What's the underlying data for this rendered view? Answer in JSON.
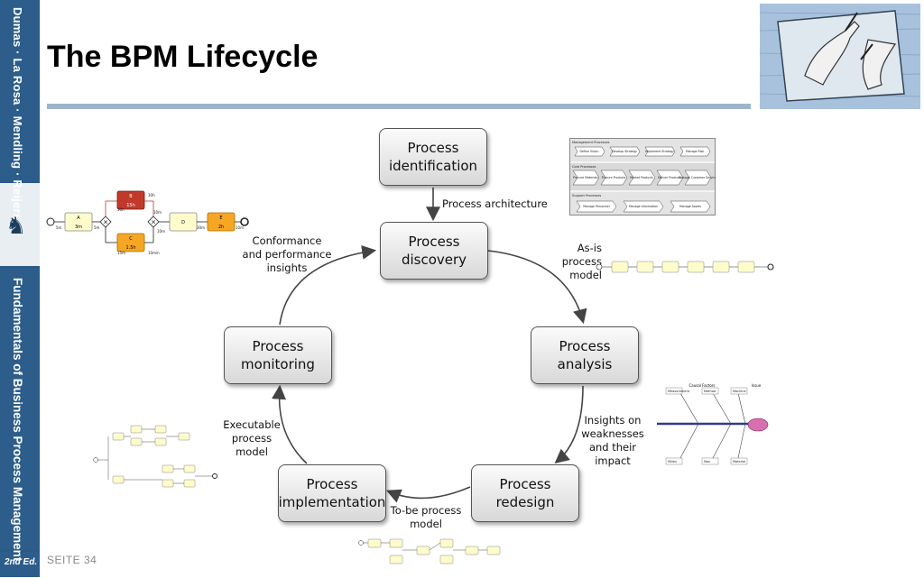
{
  "slide": {
    "title": "The BPM Lifecycle",
    "footer": "SEITE 34"
  },
  "sidebar": {
    "authors": "Dumas · La Rosa · Mendling · Reijers",
    "book_title": "Fundamentals of Business Process Management",
    "edition": "2nd Ed."
  },
  "diagram": {
    "phases": {
      "identification": "Process identification",
      "discovery": "Process discovery",
      "analysis": "Process analysis",
      "redesign": "Process redesign",
      "implementation": "Process implementation",
      "monitoring": "Process monitoring"
    },
    "flow_labels": {
      "architecture": "Process architecture",
      "asis": "As-is process model",
      "insights": "Insights on weaknesses and their impact",
      "tobe": "To-be process model",
      "executable": "Executable process model",
      "conformance": "Conformance and performance insights"
    },
    "arch_model": {
      "management": "Management Processes",
      "core": "Core Processes",
      "support": "Support Processes",
      "m_items": [
        "Define Vision",
        "Develop Strategy",
        "Implement Strategy",
        "Manage Risk"
      ],
      "c_items": [
        "Procure Materials",
        "Procure Products",
        "Market Products",
        "Deliver Products",
        "Manage Customer Service"
      ],
      "s_items": [
        "Manage Personnel",
        "Manage Information",
        "Manage Assets"
      ]
    },
    "perf_model": {
      "tasks": [
        "A",
        "B",
        "C",
        "D",
        "E"
      ],
      "durations": [
        "3m",
        "15h",
        "1.5h",
        "",
        "2h"
      ],
      "times": [
        "5m",
        "5m",
        "30h",
        "30h",
        "10m",
        "10m",
        "30m",
        "15m",
        "10min",
        "10m"
      ]
    },
    "fishbone": {
      "title": "Causal Factors",
      "issue_label": "Issue",
      "categories": [
        "Measurement",
        "Method",
        "Machine",
        "Milieu",
        "Man",
        "Material"
      ]
    }
  },
  "colors": {
    "sidebar": "#2d5d8b",
    "task_fill": "#fffccc",
    "task_b": "#c0392b",
    "task_orange": "#f5a623",
    "spine": "#2c3e91",
    "head": "#d870b0"
  }
}
